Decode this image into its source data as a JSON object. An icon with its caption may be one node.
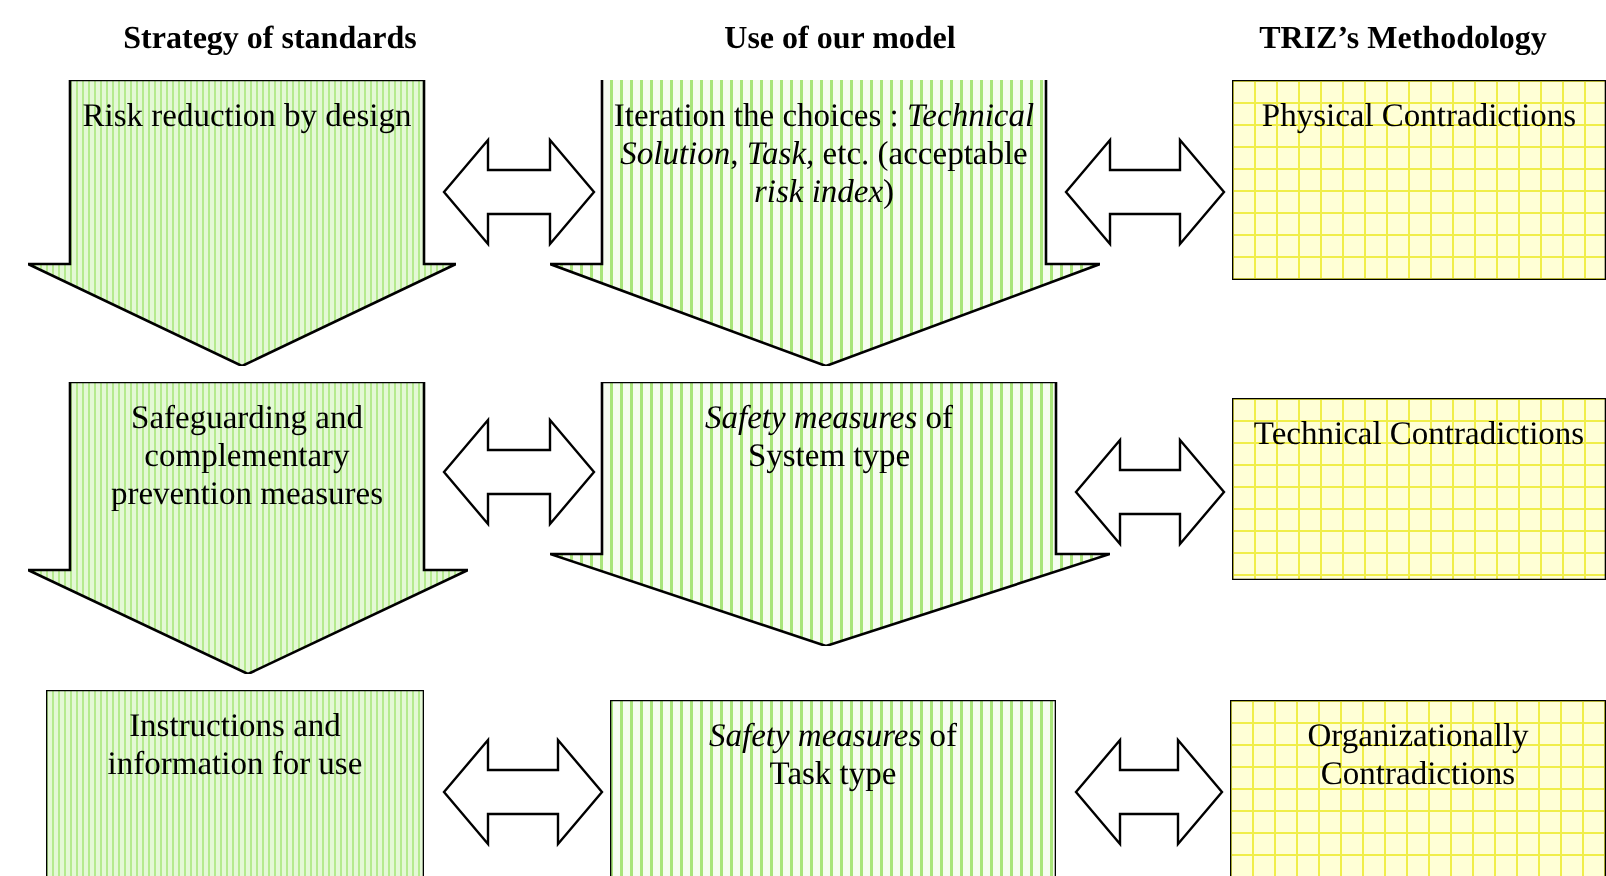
{
  "diagram": {
    "nodes": [
      {
        "text": [
          "Risk reduction by design"
        ]
      },
      {
        "text": [
          "Iteration the choices : *Technical Solution*, *Task,* etc. (acceptable *risk index*)"
        ]
      },
      {
        "text": [
          "Physical Contradictions"
        ]
      },
      {
        "text": [
          "Safeguarding and complementary prevention measures"
        ]
      },
      {
        "text": [
          "*Safety measures* of System type"
        ]
      },
      {
        "text": [
          "Technical Contradictions"
        ]
      },
      {
        "text": [
          "Instructions and information for use"
        ]
      },
      {
        "text": [
          "*Safety measures* of Task type"
        ]
      },
      {
        "text": [
          "Organizationally Contradictions"
        ]
      }
    ],
    "edges": [
      {
        "from": 0,
        "to": 1,
        "arrow": "both"
      },
      {
        "from": 1,
        "to": 2,
        "arrow": "both"
      },
      {
        "from": 3,
        "to": 4,
        "arrow": "both"
      },
      {
        "from": 4,
        "to": 5,
        "arrow": "both"
      },
      {
        "from": 6,
        "to": 7,
        "arrow": "both"
      },
      {
        "from": 7,
        "to": 8,
        "arrow": "both"
      }
    ],
    "labels": [
      "Strategy of standards",
      "Use of our model",
      "TRIZ’s Methodology"
    ]
  }
}
